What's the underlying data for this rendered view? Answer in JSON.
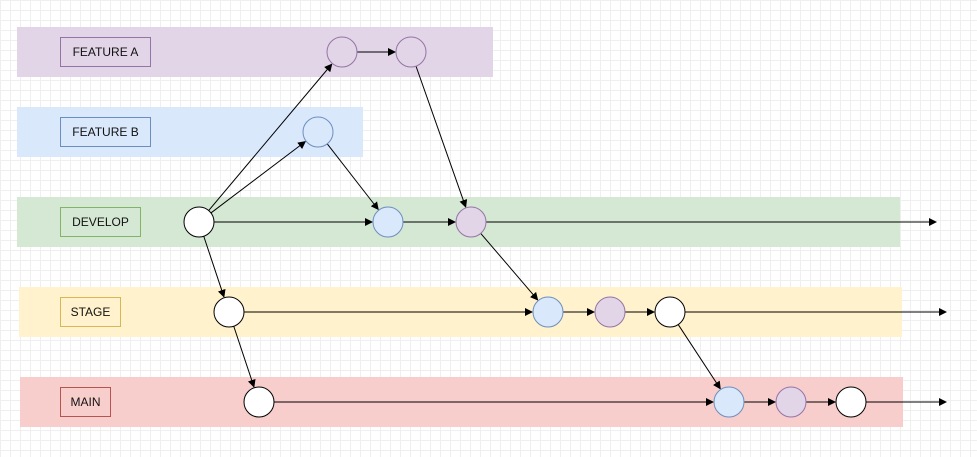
{
  "colors": {
    "feature_a": {
      "fill": "#e1d5e7",
      "stroke": "#9673a6"
    },
    "feature_b": {
      "fill": "#dae8fc",
      "stroke": "#6c8ebf"
    },
    "develop": {
      "fill": "#d5e8d4",
      "stroke": "#82b366"
    },
    "stage": {
      "fill": "#fff2cc",
      "stroke": "#d6b656"
    },
    "main": {
      "fill": "#f8cecc",
      "stroke": "#b85450"
    },
    "white_node": {
      "fill": "#ffffff",
      "stroke": "#000000"
    },
    "arrow": "#000000"
  },
  "lanes": [
    {
      "id": "feature-a",
      "label": "FEATURE A",
      "color_key": "feature_a"
    },
    {
      "id": "feature-b",
      "label": "FEATURE B",
      "color_key": "feature_b"
    },
    {
      "id": "develop",
      "label": "DEVELOP",
      "color_key": "develop"
    },
    {
      "id": "stage",
      "label": "STAGE",
      "color_key": "stage"
    },
    {
      "id": "main",
      "label": "MAIN",
      "color_key": "main"
    }
  ],
  "nodes": [
    {
      "id": "fa1",
      "color_key": "feature_a"
    },
    {
      "id": "fa2",
      "color_key": "feature_a"
    },
    {
      "id": "fb1",
      "color_key": "feature_b"
    },
    {
      "id": "dev0",
      "color_key": "white_node"
    },
    {
      "id": "dev1",
      "color_key": "feature_b"
    },
    {
      "id": "dev2",
      "color_key": "feature_a"
    },
    {
      "id": "st0",
      "color_key": "white_node"
    },
    {
      "id": "st1",
      "color_key": "feature_b"
    },
    {
      "id": "st2",
      "color_key": "feature_a"
    },
    {
      "id": "st3",
      "color_key": "white_node"
    },
    {
      "id": "mn0",
      "color_key": "white_node"
    },
    {
      "id": "mn1",
      "color_key": "feature_b"
    },
    {
      "id": "mn2",
      "color_key": "feature_a"
    },
    {
      "id": "mn3",
      "color_key": "white_node"
    }
  ],
  "edges": [
    {
      "from": "dev0",
      "to": "fa1"
    },
    {
      "from": "fa1",
      "to": "fa2"
    },
    {
      "from": "dev0",
      "to": "fb1"
    },
    {
      "from": "fb1",
      "to": "dev1"
    },
    {
      "from": "dev0",
      "to": "dev1"
    },
    {
      "from": "dev1",
      "to": "dev2"
    },
    {
      "from": "fa2",
      "to": "dev2"
    },
    {
      "from": "dev2",
      "to": "develop-end"
    },
    {
      "from": "dev0",
      "to": "st0"
    },
    {
      "from": "st0",
      "to": "st1"
    },
    {
      "from": "dev2",
      "to": "st1"
    },
    {
      "from": "st1",
      "to": "st2"
    },
    {
      "from": "st2",
      "to": "st3"
    },
    {
      "from": "st3",
      "to": "stage-end"
    },
    {
      "from": "st0",
      "to": "mn0"
    },
    {
      "from": "mn0",
      "to": "mn1"
    },
    {
      "from": "st3",
      "to": "mn1"
    },
    {
      "from": "mn1",
      "to": "mn2"
    },
    {
      "from": "mn2",
      "to": "mn3"
    },
    {
      "from": "mn3",
      "to": "main-end"
    }
  ]
}
